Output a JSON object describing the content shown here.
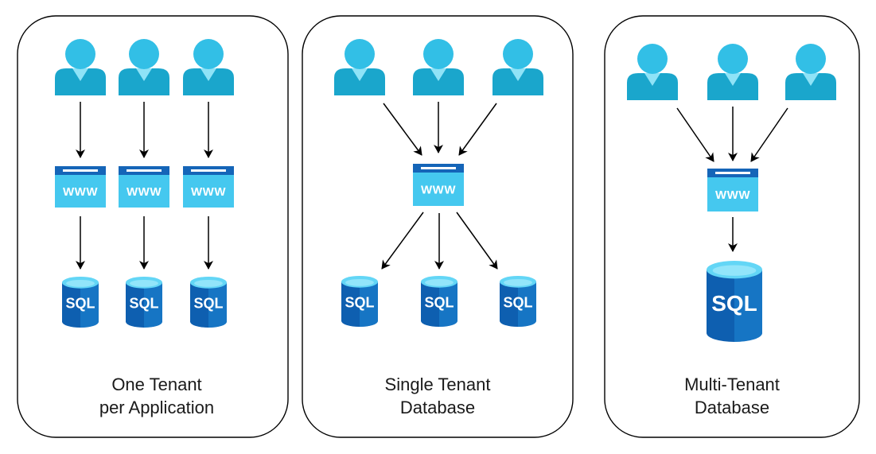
{
  "diagram": {
    "colors": {
      "user": "#32bfe6",
      "user_body": "#1aa6cc",
      "web_top": "#1565b8",
      "web_body": "#45c8ef",
      "db_dark": "#0e5fb0",
      "db_light": "#1d86d6",
      "db_top": "#63d6f6",
      "arrow": "#000000",
      "border": "#000000"
    },
    "icons": {
      "user": "user-icon",
      "web": "web-app-icon",
      "database": "sql-database-icon"
    },
    "web_label": "WWW",
    "db_label": "SQL",
    "panels": [
      {
        "id": "one-tenant-per-application",
        "caption_lines": [
          "One Tenant",
          "per Application"
        ]
      },
      {
        "id": "single-tenant-database",
        "caption_lines": [
          "Single Tenant",
          "Database"
        ]
      },
      {
        "id": "multi-tenant-database",
        "caption_lines": [
          "Multi-Tenant",
          "Database"
        ]
      }
    ]
  }
}
